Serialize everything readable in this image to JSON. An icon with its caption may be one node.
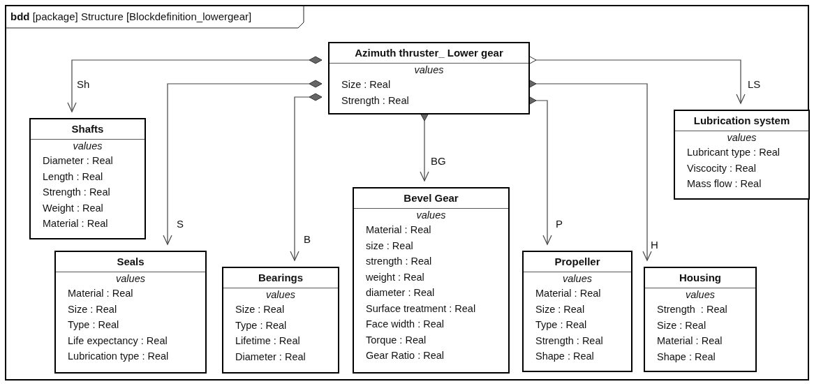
{
  "diagram": {
    "nodes": [
      {
        "text": [
          "**bdd** [package] Structure [Blockdefinition_lowergear]"
        ]
      },
      {
        "text": [
          "Azimuth thruster_ Lower gear",
          "values",
          "Size : Real",
          "Strength : Real"
        ],
        "in": 0
      },
      {
        "text": [
          "Shafts",
          "values",
          "Diameter : Real",
          "Length : Real",
          "Strength : Real",
          "Weight : Real",
          "Material : Real"
        ],
        "in": 0
      },
      {
        "text": [
          "Lubrication system",
          "values",
          "Lubricant type : Real",
          "Viscocity : Real",
          "Mass flow : Real"
        ],
        "in": 0
      },
      {
        "text": [
          "Bevel Gear",
          "values",
          "Material : Real",
          "size : Real",
          "strength : Real",
          "weight : Real",
          "diameter : Real",
          "Surface treatment : Real",
          "Face width : Real",
          "Torque : Real",
          "Gear Ratio : Real"
        ],
        "in": 0
      },
      {
        "text": [
          "Seals",
          "values",
          "Material : Real",
          "Size : Real",
          "Type : Real",
          "Life expectancy : Real",
          "Lubrication type : Real"
        ],
        "in": 0
      },
      {
        "text": [
          "Bearings",
          "values",
          "Size : Real",
          "Type : Real",
          "Lifetime : Real",
          "Diameter : Real"
        ],
        "in": 0
      },
      {
        "text": [
          "Propeller",
          "values",
          "Material : Real",
          "Size : Real",
          "Type : Real",
          "Strength : Real",
          "Shape : Real"
        ],
        "in": 0
      },
      {
        "text": [
          "Housing",
          "values",
          "Strength  : Real",
          "Size : Real",
          "Material : Real",
          "Shape : Real"
        ],
        "in": 0
      }
    ],
    "edges": [
      {
        "from": 1,
        "to": 2,
        "arrow": "to",
        "label": "Sh"
      },
      {
        "from": 1,
        "to": 5,
        "arrow": "to",
        "label": "S"
      },
      {
        "from": 1,
        "to": 6,
        "arrow": "to",
        "label": "B"
      },
      {
        "from": 1,
        "to": 4,
        "arrow": "to",
        "label": "BG"
      },
      {
        "from": 1,
        "to": 7,
        "arrow": "to",
        "label": "P"
      },
      {
        "from": 1,
        "to": 8,
        "arrow": "to",
        "label": "H"
      },
      {
        "from": 1,
        "to": 3,
        "arrow": "to",
        "label": "LS"
      }
    ]
  }
}
